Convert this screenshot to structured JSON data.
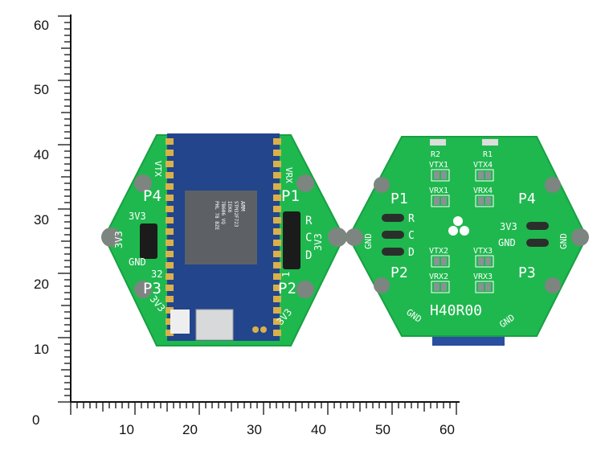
{
  "ruler": {
    "unit": "mm",
    "vertical_labels": [
      "0",
      "10",
      "20",
      "30",
      "40",
      "50",
      "60"
    ],
    "horizontal_labels": [
      "10",
      "20",
      "30",
      "40",
      "50",
      "60"
    ]
  },
  "board_front": {
    "ports": [
      "P1",
      "P2",
      "P3",
      "P4"
    ],
    "labels": {
      "vrx": "VRX",
      "vtx": "VTX",
      "v3_top": "3V3",
      "gnd": "GND",
      "v3_left": "3V3",
      "v3_right": "3V3",
      "v3_p3": "3V3",
      "v3_p2": "3V3",
      "pin32": "32",
      "pin1": "1",
      "r": "R",
      "c": "C",
      "d": "D"
    },
    "chip": [
      "ARM",
      "STM32F723",
      "IEK6",
      "7B606 VQ",
      "PHL 78 BZE"
    ]
  },
  "board_back": {
    "ports": [
      "P1",
      "P2",
      "P3",
      "P4"
    ],
    "resistors": [
      "R2",
      "R1"
    ],
    "pads": [
      "VTX1",
      "VTX4",
      "VRX1",
      "VRX4",
      "VTX2",
      "VTX3",
      "VRX2",
      "VRX3"
    ],
    "labels": {
      "r": "R",
      "c": "C",
      "d": "D",
      "v3": "3V3",
      "gnd_pin": "GND",
      "gnd_left": "GND",
      "gnd_right": "GND",
      "gnd_bl": "GND",
      "gnd_br": "GND"
    },
    "part_number": "H40R00"
  },
  "colors": {
    "pcb_green": "#1fb84e",
    "module_blue": "#23458c",
    "gold": "#d9b14a"
  }
}
